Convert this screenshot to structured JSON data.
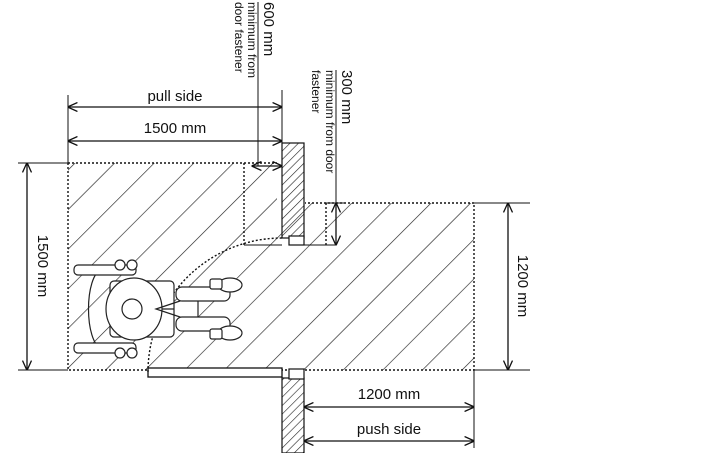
{
  "labels": {
    "pull_side": "pull side",
    "pull_width": "1500 mm",
    "pull_depth": "1500 mm",
    "push_side": "push side",
    "push_width": "1200 mm",
    "push_depth": "1200 mm",
    "latch_pull_value": "600 mm",
    "latch_pull_line1": "minimum from",
    "latch_pull_line2": "door fastener",
    "latch_push_value": "300 mm",
    "latch_push_line1": "minimum from door",
    "latch_push_line2": "fastener"
  },
  "colors": {
    "line": "#111111",
    "hatch": "#222222",
    "background": "#ffffff"
  },
  "icons": [
    "arrowhead-icon",
    "wheelchair-user-icon"
  ]
}
